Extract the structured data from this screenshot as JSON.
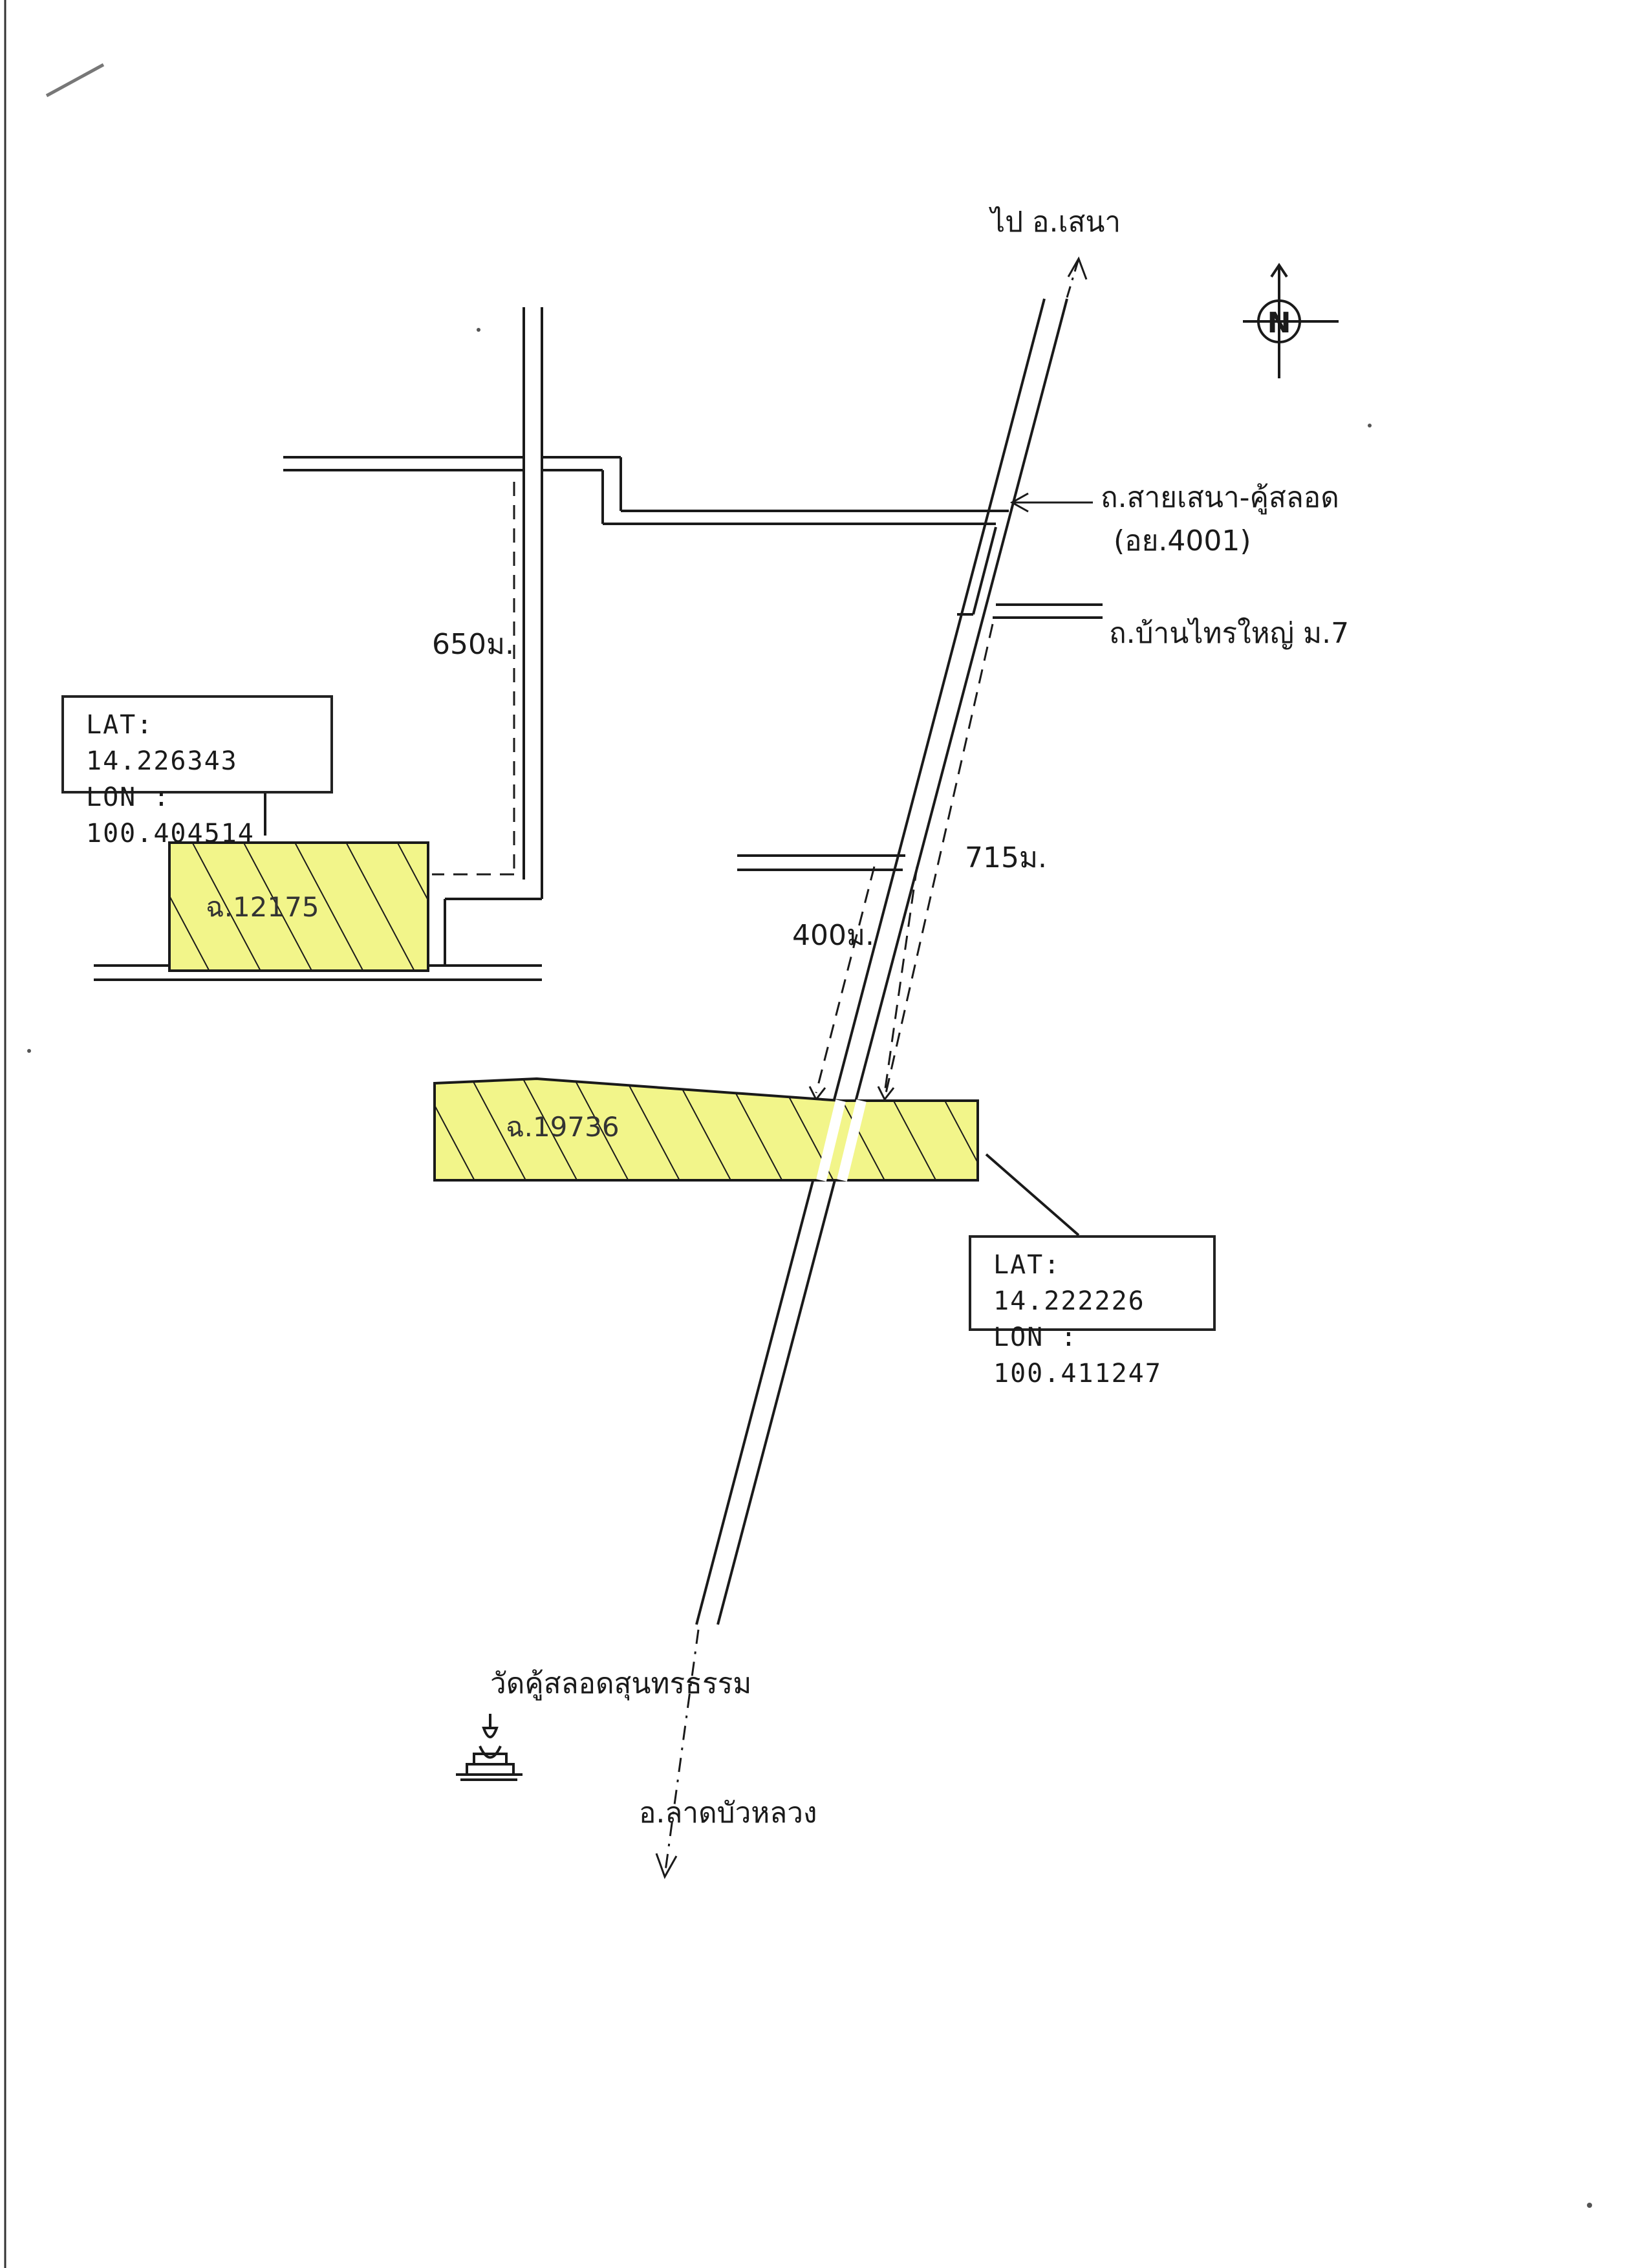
{
  "map": {
    "direction_top": "ไป อ.เสนา",
    "direction_bottom": "อ.ลาดบัวหลวง",
    "road_main": "ถ.สายเสนา-คู้สลอด",
    "road_main_code": "(อย.4001)",
    "road_branch": "ถ.บ้านไทรใหญ่ ม.7",
    "temple": "วัดคู้สลอดสุนทรธรรม",
    "compass_letter": "N",
    "dist_left": "650ม.",
    "dist_715": "715ม.",
    "dist_400": "400ม.",
    "plot_a": {
      "label": "ฉ.12175",
      "lat": "LAT: 14.226343",
      "lon": "LON : 100.404514"
    },
    "plot_b": {
      "label": "ฉ.19736",
      "lat": "LAT: 14.222226",
      "lon": "LON : 100.411247"
    },
    "colors": {
      "plot_fill": "#f2f58a",
      "ink": "#1a1a1a"
    }
  }
}
